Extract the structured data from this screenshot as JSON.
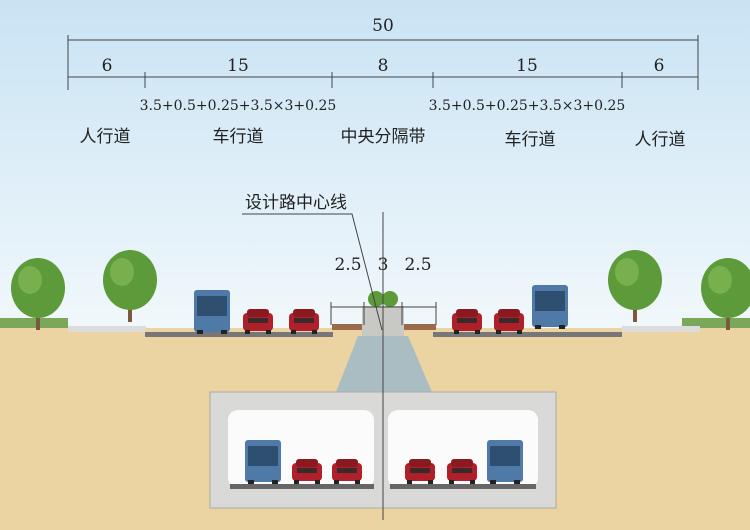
{
  "dimensions": {
    "total": "50",
    "segments": [
      "6",
      "15",
      "8",
      "15",
      "6"
    ],
    "carriageway_formula_left": "3.5+0.5+0.25+3.5×3+0.25",
    "carriageway_formula_right": "3.5+0.5+0.25+3.5×3+0.25",
    "median_segments": [
      "2.5",
      "3",
      "2.5"
    ]
  },
  "labels": {
    "sidewalk_left": "人行道",
    "carriageway_left": "车行道",
    "median": "中央分隔带",
    "carriageway_right": "车行道",
    "sidewalk_right": "人行道",
    "centerline": "设计路中心线"
  },
  "colors": {
    "sky_top": "#cfe6f5",
    "ground": "#ebd3a2",
    "concrete": "#d9d9d7",
    "car": "#b0202a",
    "bus": "#4f7aa8",
    "tree": "#5c9a3a"
  }
}
